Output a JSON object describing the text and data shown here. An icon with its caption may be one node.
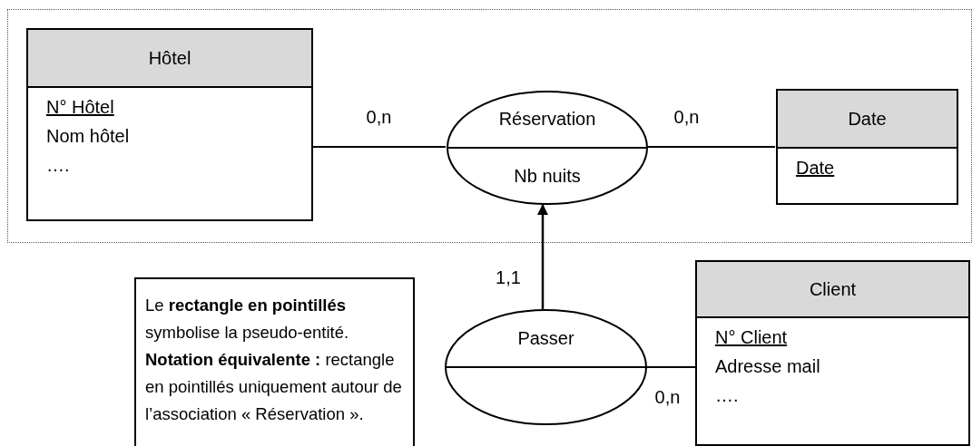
{
  "diagram": {
    "nodes": [
      {
        "text": [],
        "shape": "box"
      },
      {
        "text": [
          "Hôtel",
          "N° Hôtel",
          "Nom hôtel",
          "…."
        ],
        "in": 0
      },
      {
        "text": [
          "Réservation",
          "Nb nuits"
        ],
        "in": 0
      },
      {
        "text": [
          "Date",
          "Date"
        ],
        "in": 0
      },
      {
        "text": [
          "Passer"
        ]
      },
      {
        "text": [
          "Client",
          "N° Client",
          "Adresse mail",
          "…."
        ]
      },
      {
        "text": [
          "Le **rectangle en pointillés** symbolise la pseudo-entité. **Notation équivalente :** rectangle en pointillés uniquement autour de l’association « Réservation »."
        ]
      }
    ],
    "edges": [
      {
        "from": 1,
        "to": 2,
        "arrow": "none",
        "label": "0,n"
      },
      {
        "from": 2,
        "to": 3,
        "arrow": "none",
        "label": "0,n"
      },
      {
        "from": 4,
        "to": 2,
        "arrow": "to",
        "label": "1,1"
      },
      {
        "from": 4,
        "to": 5,
        "arrow": "none",
        "label": "0,n"
      }
    ]
  }
}
